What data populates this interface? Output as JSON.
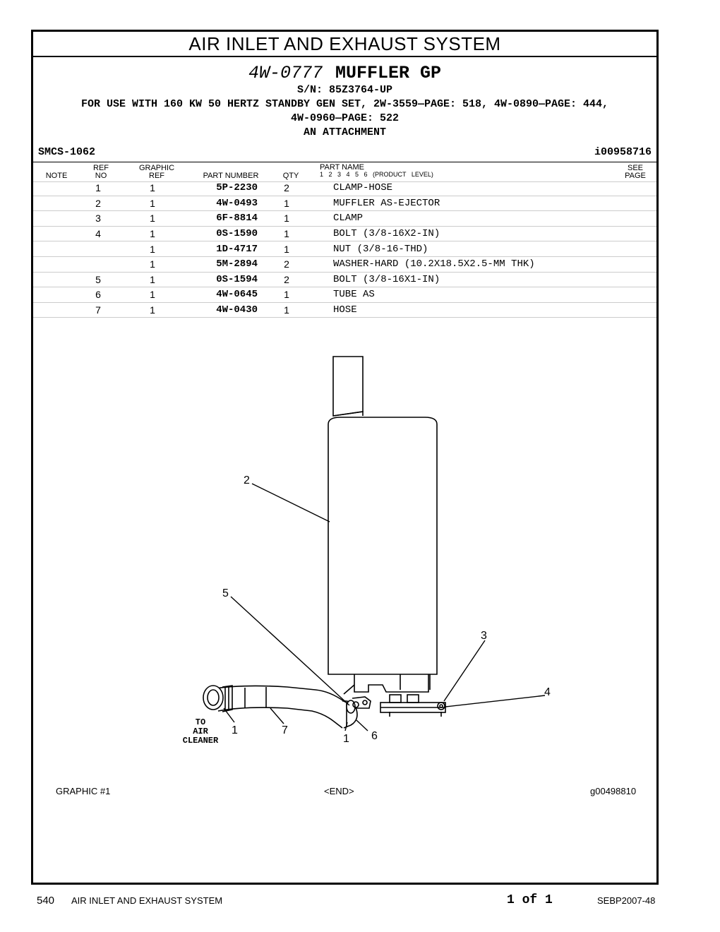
{
  "section_title": "AIR INLET AND EXHAUST SYSTEM",
  "group": {
    "part_number": "4W-0777",
    "name": "MUFFLER GP",
    "serial": "S/N: 85Z3764-UP",
    "for_use_line1": "FOR USE WITH 160 KW 50 HERTZ STANDBY GEN SET, 2W-3559—PAGE: 518, 4W-0890—PAGE: 444,",
    "for_use_line2": "4W-0960—PAGE: 522",
    "attachment": "AN ATTACHMENT"
  },
  "smcs": "SMCS-1062",
  "illustration_id": "i00958716",
  "columns": {
    "note": "NOTE",
    "ref_no_1": "REF",
    "ref_no_2": "NO",
    "graphic_ref_1": "GRAPHIC",
    "graphic_ref_2": "REF",
    "part_number": "PART NUMBER",
    "qty": "QTY",
    "part_name": "PART NAME",
    "levels": "1 2 3 4 5 6 (PRODUCT LEVEL)",
    "see_page_1": "SEE",
    "see_page_2": "PAGE"
  },
  "parts": [
    {
      "note": "",
      "ref": "1",
      "gref": "1",
      "pn": "5P-2230",
      "qty": "2",
      "name": "CLAMP-HOSE"
    },
    {
      "note": "",
      "ref": "2",
      "gref": "1",
      "pn": "4W-0493",
      "qty": "1",
      "name": "MUFFLER AS-EJECTOR"
    },
    {
      "note": "",
      "ref": "3",
      "gref": "1",
      "pn": "6F-8814",
      "qty": "1",
      "name": "CLAMP"
    },
    {
      "note": "",
      "ref": "4",
      "gref": "1",
      "pn": "0S-1590",
      "qty": "1",
      "name": "BOLT (3/8-16X2-IN)"
    },
    {
      "note": "",
      "ref": "",
      "gref": "1",
      "pn": "1D-4717",
      "qty": "1",
      "name": "NUT (3/8-16-THD)"
    },
    {
      "note": "",
      "ref": "",
      "gref": "1",
      "pn": "5M-2894",
      "qty": "2",
      "name": "WASHER-HARD (10.2X18.5X2.5-MM THK)"
    },
    {
      "note": "",
      "ref": "5",
      "gref": "1",
      "pn": "0S-1594",
      "qty": "2",
      "name": "BOLT (3/8-16X1-IN)"
    },
    {
      "note": "",
      "ref": "6",
      "gref": "1",
      "pn": "4W-0645",
      "qty": "1",
      "name": "TUBE AS"
    },
    {
      "note": "",
      "ref": "7",
      "gref": "1",
      "pn": "4W-0430",
      "qty": "1",
      "name": "HOSE"
    }
  ],
  "diagram": {
    "callout_2": "2",
    "callout_5": "5",
    "callout_3": "3",
    "callout_4": "4",
    "callout_1a": "1",
    "callout_7": "7",
    "callout_1b": "1",
    "callout_6": "6",
    "to_air_cleaner_1": "TO",
    "to_air_cleaner_2": "AIR",
    "to_air_cleaner_3": "CLEANER"
  },
  "graphic_label": "GRAPHIC #1",
  "end_marker": "<END>",
  "graphic_id": "g00498810",
  "footer": {
    "page_number": "540",
    "section": "AIR INLET AND EXHAUST SYSTEM",
    "page_of": "1 of 1",
    "doc_id": "SEBP2007-48"
  }
}
